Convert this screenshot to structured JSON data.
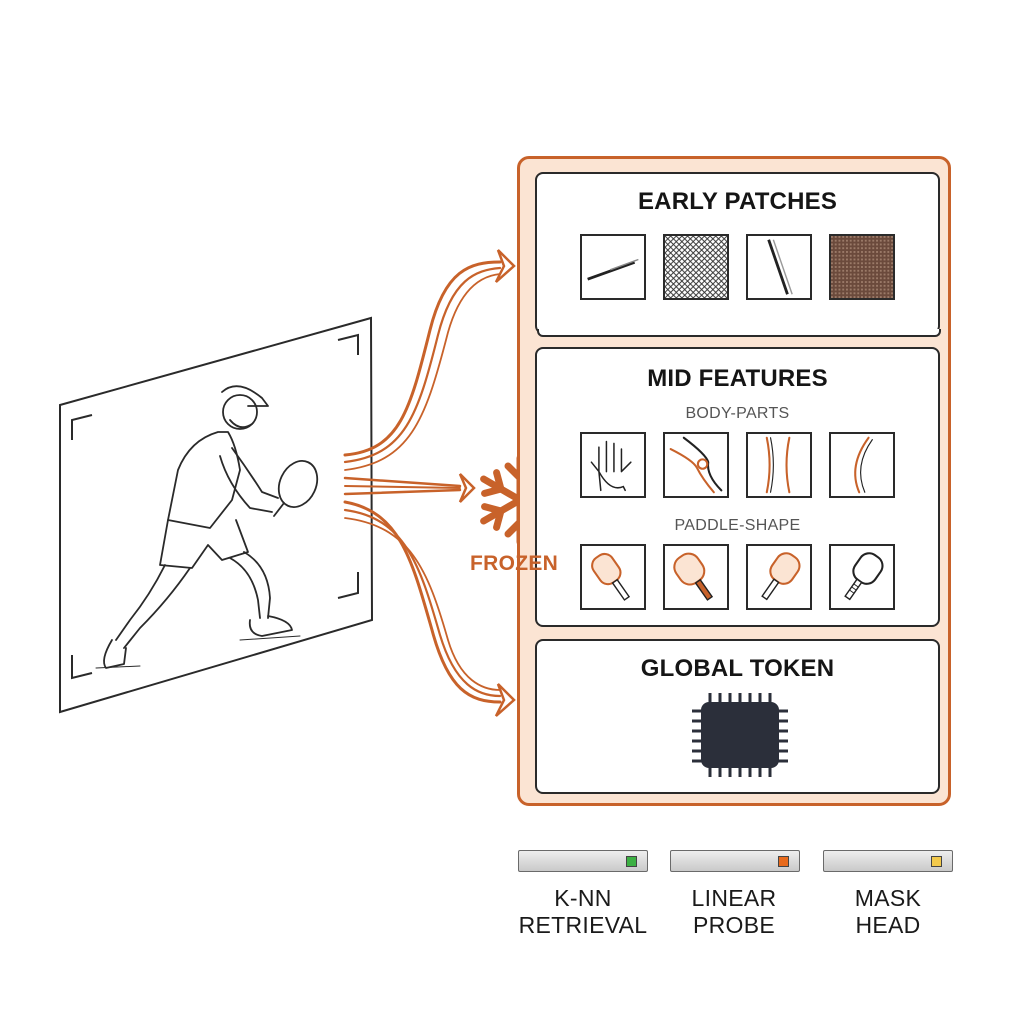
{
  "panels": {
    "early": {
      "title": "EARLY PATCHES"
    },
    "mid": {
      "title": "MID FEATURES",
      "group1_label": "BODY-PARTS",
      "group2_label": "PADDLE-SHAPE"
    },
    "global": {
      "title": "GLOBAL TOKEN"
    }
  },
  "frozen_label": "FROZEN",
  "heads": [
    {
      "line1": "K-NN",
      "line2": "RETRIEVAL",
      "indicator_color": "#3cb043"
    },
    {
      "line1": "LINEAR",
      "line2": "PROBE",
      "indicator_color": "#e86a1c"
    },
    {
      "line1": "MASK",
      "line2": "HEAD",
      "indicator_color": "#f2c94c"
    }
  ],
  "colors": {
    "accent": "#c8622a",
    "backbone_fill": "#fbe4d3",
    "chip": "#2b2f3a"
  }
}
